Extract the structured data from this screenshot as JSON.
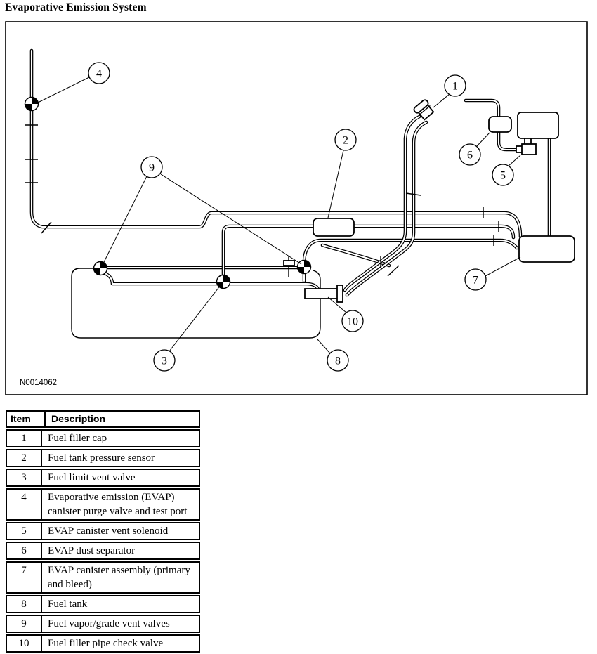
{
  "page": {
    "background": "#ffffff",
    "line_color": "#000000"
  },
  "title": "Evaporative Emission System",
  "diagram": {
    "figure_id": "N0014062",
    "callouts": [
      {
        "number": "1"
      },
      {
        "number": "2"
      },
      {
        "number": "3"
      },
      {
        "number": "4"
      },
      {
        "number": "5"
      },
      {
        "number": "6"
      },
      {
        "number": "7"
      },
      {
        "number": "8"
      },
      {
        "number": "9"
      },
      {
        "number": "10"
      }
    ]
  },
  "legend_table": {
    "headers": {
      "item": "Item",
      "description": "Description"
    },
    "rows": [
      {
        "item": "1",
        "description": "Fuel filler cap"
      },
      {
        "item": "2",
        "description": "Fuel tank pressure sensor"
      },
      {
        "item": "3",
        "description": "Fuel limit vent valve"
      },
      {
        "item": "4",
        "description": "Evaporative emission (EVAP) canister purge valve and test port"
      },
      {
        "item": "5",
        "description": "EVAP canister vent solenoid"
      },
      {
        "item": "6",
        "description": "EVAP dust separator"
      },
      {
        "item": "7",
        "description": "EVAP canister assembly (primary and bleed)"
      },
      {
        "item": "8",
        "description": "Fuel tank"
      },
      {
        "item": "9",
        "description": "Fuel vapor/grade vent valves"
      },
      {
        "item": "10",
        "description": "Fuel filler pipe check valve"
      }
    ]
  }
}
